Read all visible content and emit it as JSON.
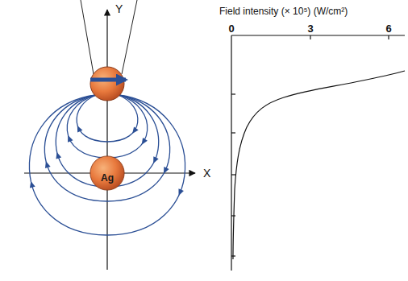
{
  "diagram": {
    "nodes": [
      {
        "text": [
          "Ag"
        ]
      }
    ],
    "labels": [
      "Y",
      "X",
      "Field intensity (× 10⁵) (W/cm²)",
      "0",
      "3",
      "6"
    ]
  }
}
